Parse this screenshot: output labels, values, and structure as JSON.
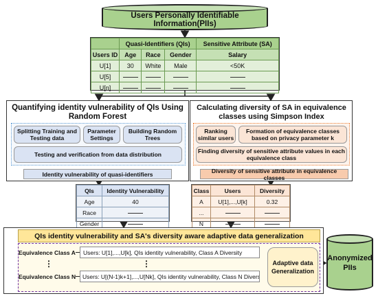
{
  "top_cylinder": {
    "label": "Users Personally Identifiable Information(PIIs)"
  },
  "pii_table": {
    "group_qi": "Quasi-Identifiers (QIs)",
    "group_sa": "Sensitive Attribute (SA)",
    "headers": [
      "Users ID",
      "Age",
      "Race",
      "Gender",
      "Salary"
    ],
    "rows": [
      [
        "U[1]",
        "30",
        "White",
        "Male",
        "<50K"
      ],
      [
        "U[5]",
        "",
        "",
        "",
        ""
      ],
      [
        "U[n]",
        "",
        "",
        "",
        ""
      ]
    ]
  },
  "left_panel": {
    "title": "Quantifying identity vulnerability of QIs Using Random Forest",
    "step1": "Splitting Training and Testing data",
    "step2": "Parameter Settings",
    "step3": "Building Random Trees",
    "step4": "Testing and verification from data distribution",
    "output_label": "Identity vulnerability of quasi-identifiers"
  },
  "right_panel": {
    "title": "Calculating diversity of SA in equivalence classes using Simpson Index",
    "step1": "Ranking similar users",
    "step2": "Formation of equivalence classes based on privacy parameter k",
    "step3": "Finding diversity of sensitive attribute values in each equivalence class",
    "output_label": "Diversity of sensitive attribute in equivalence classes"
  },
  "qi_table": {
    "headers": [
      "QIs",
      "Identity Vulnerability"
    ],
    "rows": [
      [
        "Age",
        "40"
      ],
      [
        "Race",
        ""
      ],
      [
        "Gender",
        ""
      ]
    ]
  },
  "class_table": {
    "headers": [
      "Class",
      "Users",
      "Diversity"
    ],
    "rows": [
      [
        "A",
        "U[1],...,U[k]",
        "0.32"
      ],
      [
        "...",
        "",
        ""
      ],
      [
        "N",
        "",
        ""
      ]
    ]
  },
  "bottom_panel": {
    "title": "QIs identity vulnerability and SA's diversity aware adaptive data generalization",
    "class_a_label": "Equivalence Class A",
    "class_a_text": "Users: U[1],...,U[k], QIs identity vulnerability, Class A Diversity",
    "ellipsis": "⋮",
    "class_n_label": "Equivalence Class N",
    "class_n_text": "Users: U[(N-1)k+1],...,U[Nk], QIs identity vulnerability, Class N Diversity",
    "adaptive_label": "Adaptive data Generalization"
  },
  "output_cylinder": {
    "label": "Anonymized PIIs"
  },
  "colors": {
    "green_fill": "#a9d18e",
    "green_light": "#e2efd9",
    "blue_fill": "#dae3f3",
    "orange_fill": "#fbe5d6",
    "orange_header": "#f8cbad",
    "yellow_fill": "#fff2cc",
    "yellow_header": "#ffe699",
    "purple_dash": "#7030a0"
  }
}
